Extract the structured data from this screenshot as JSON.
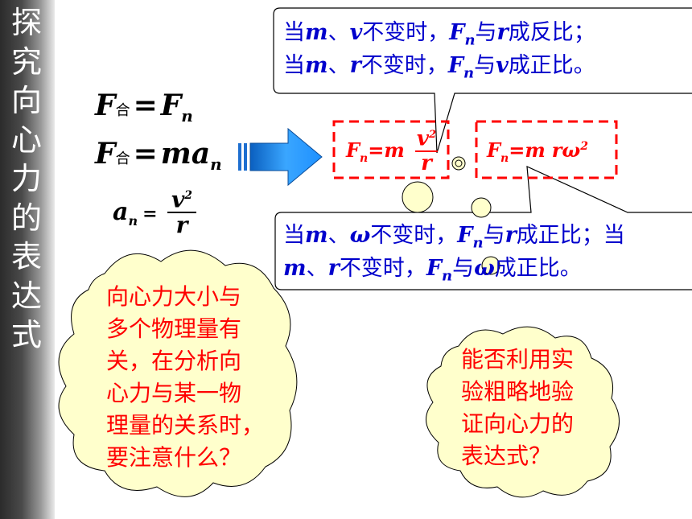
{
  "sidebar": {
    "title": "探究向心力的表达式"
  },
  "callout_top": {
    "line1": {
      "p1": "当",
      "m": "m",
      "p2": "、",
      "v": "v",
      "p3": "不变时，",
      "F": "F",
      "n": "n",
      "p4": "与",
      "r": "r",
      "p5": "成反比；"
    },
    "line2": {
      "p1": "当",
      "m": "m",
      "p2": "、",
      "r": "r",
      "p3": "不变时，",
      "F": "F",
      "n": "n",
      "p4": "与",
      "v": "v",
      "p5": "成正比。"
    }
  },
  "callout_bottom": {
    "line1": {
      "p1": "当",
      "m": "m",
      "p2": "、",
      "w": "ω",
      "p3": "不变时，",
      "F": "F",
      "n": "n",
      "p4": "与",
      "r": "r",
      "p5": "成正比；当"
    },
    "line2": {
      "m": "m",
      "p2": "、",
      "r": "r",
      "p3": "不变时，",
      "F": "F",
      "n": "n",
      "p4": "与",
      "w": "ω",
      "p5": "成正比。"
    }
  },
  "formulas": {
    "eq1": {
      "lhs": "F",
      "lhs_sub": "合",
      "eq": "=",
      "rhs": "F",
      "rhs_sub": "n"
    },
    "eq2": {
      "lhs": "F",
      "lhs_sub": "合",
      "eq": "=",
      "rhs": "ma",
      "rhs_sub": "n"
    },
    "eq3": {
      "lhs": "a",
      "lhs_sub": "n",
      "eq": "=",
      "num": "v",
      "num_sup": "2",
      "den": "r"
    },
    "box1": {
      "F": "F",
      "sub": "n",
      "mid": "=m",
      "num": "v",
      "num_sup": "2",
      "den": "r"
    },
    "box2": {
      "F": "F",
      "sub": "n",
      "mid": "=m",
      "rest": "rω",
      "sup": "2"
    }
  },
  "cloud_left": {
    "lines": [
      "向心力大小与",
      "多个物理量有",
      "关，在分析向",
      "心力与某一物",
      "理量的关系时，",
      "要注意什么？"
    ]
  },
  "cloud_right": {
    "lines": [
      "能否利用实",
      "验粗略地验",
      "证向心力的",
      "表达式？"
    ]
  },
  "colors": {
    "blue_text": "#0000cc",
    "red": "#ff0000",
    "cloud_fill": "#ffffcc",
    "arrow": "#1e90ff"
  }
}
